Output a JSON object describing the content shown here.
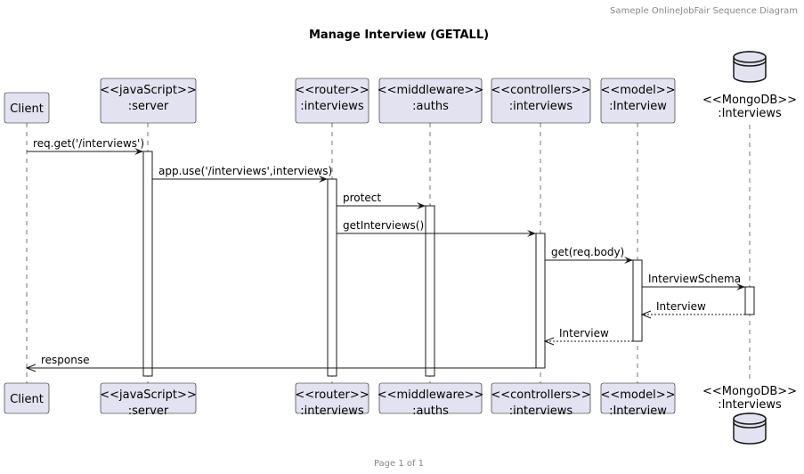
{
  "header": "Sameple OnlineJobFair Sequence Diagram",
  "title": "Manage Interview (GETALL)",
  "footer": "Page 1 of 1",
  "colors": {
    "participant_fill": "#E2E2F0",
    "line": "#181818",
    "text": "#000000",
    "muted_text": "#888888"
  },
  "participants": [
    {
      "id": "client",
      "lines": [
        "Client"
      ],
      "shape": "box",
      "icon": ""
    },
    {
      "id": "server",
      "lines": [
        "<<javaScript>>",
        ":server"
      ],
      "shape": "box",
      "icon": ""
    },
    {
      "id": "router",
      "lines": [
        "<<router>>",
        ":interviews"
      ],
      "shape": "box",
      "icon": ""
    },
    {
      "id": "middleware",
      "lines": [
        "<<middleware>>",
        ":auths"
      ],
      "shape": "box",
      "icon": ""
    },
    {
      "id": "controllers",
      "lines": [
        "<<controllers>>",
        ":interviews"
      ],
      "shape": "box",
      "icon": ""
    },
    {
      "id": "model",
      "lines": [
        "<<model>>",
        ":Interview"
      ],
      "shape": "box",
      "icon": ""
    },
    {
      "id": "mongodb",
      "lines": [
        "<<MongoDB>>",
        ":Interviews"
      ],
      "shape": "database",
      "icon": "database-icon"
    }
  ],
  "messages": [
    {
      "from": "client",
      "to": "server",
      "label": "req.get('/interviews')",
      "style": "sync"
    },
    {
      "from": "server",
      "to": "router",
      "label": "app.use('/interviews',interviews)",
      "style": "sync"
    },
    {
      "from": "router",
      "to": "middleware",
      "label": "protect",
      "style": "sync"
    },
    {
      "from": "router",
      "to": "controllers",
      "label": "getInterviews()",
      "style": "sync"
    },
    {
      "from": "controllers",
      "to": "model",
      "label": "get(req.body)",
      "style": "sync"
    },
    {
      "from": "model",
      "to": "mongodb",
      "label": "InterviewSchema",
      "style": "sync"
    },
    {
      "from": "mongodb",
      "to": "model",
      "label": "Interview",
      "style": "return"
    },
    {
      "from": "model",
      "to": "controllers",
      "label": "Interview",
      "style": "return"
    },
    {
      "from": "controllers",
      "to": "client",
      "label": "response",
      "style": "sync"
    }
  ]
}
